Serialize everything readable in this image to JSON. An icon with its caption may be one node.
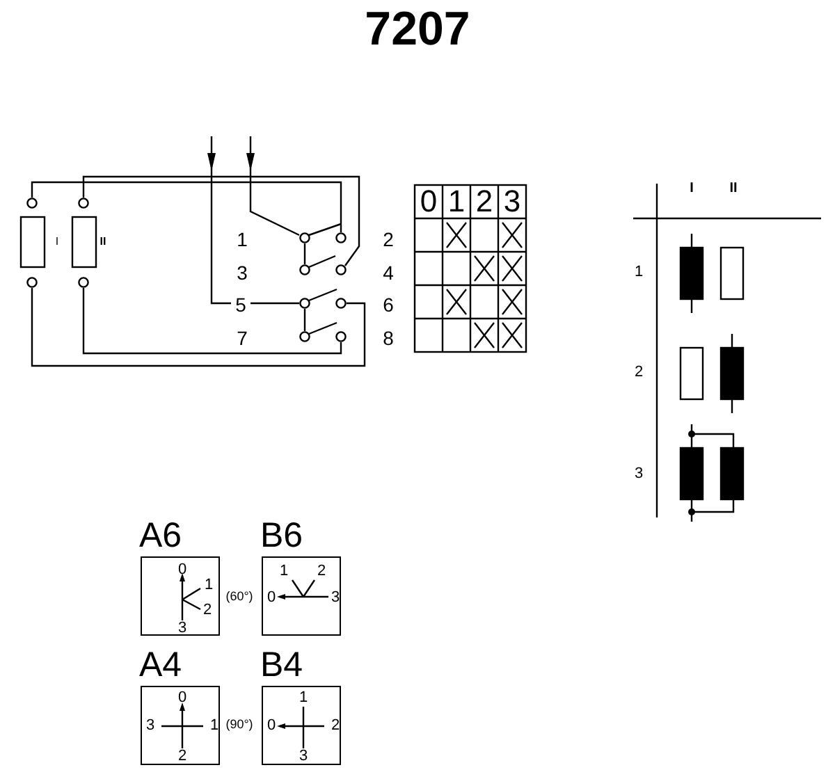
{
  "diagram": {
    "title": "7207",
    "nodes": [
      {
        "text": [
          "A6",
          "0",
          "1",
          "2",
          "3"
        ]
      },
      {
        "text": [
          "B6",
          "1",
          "2",
          "0",
          "3"
        ]
      },
      {
        "text": [
          "A4",
          "0",
          "3",
          "1",
          "2"
        ]
      },
      {
        "text": [
          "B4",
          "1",
          "0",
          "2",
          "3"
        ]
      }
    ],
    "labels": [
      "I",
      "II",
      "1",
      "2",
      "3",
      "4",
      "5",
      "6",
      "7",
      "8",
      "0",
      "1",
      "2",
      "3",
      "I",
      "II",
      "1",
      "2",
      "3",
      "(60°)",
      "(90°)"
    ]
  }
}
